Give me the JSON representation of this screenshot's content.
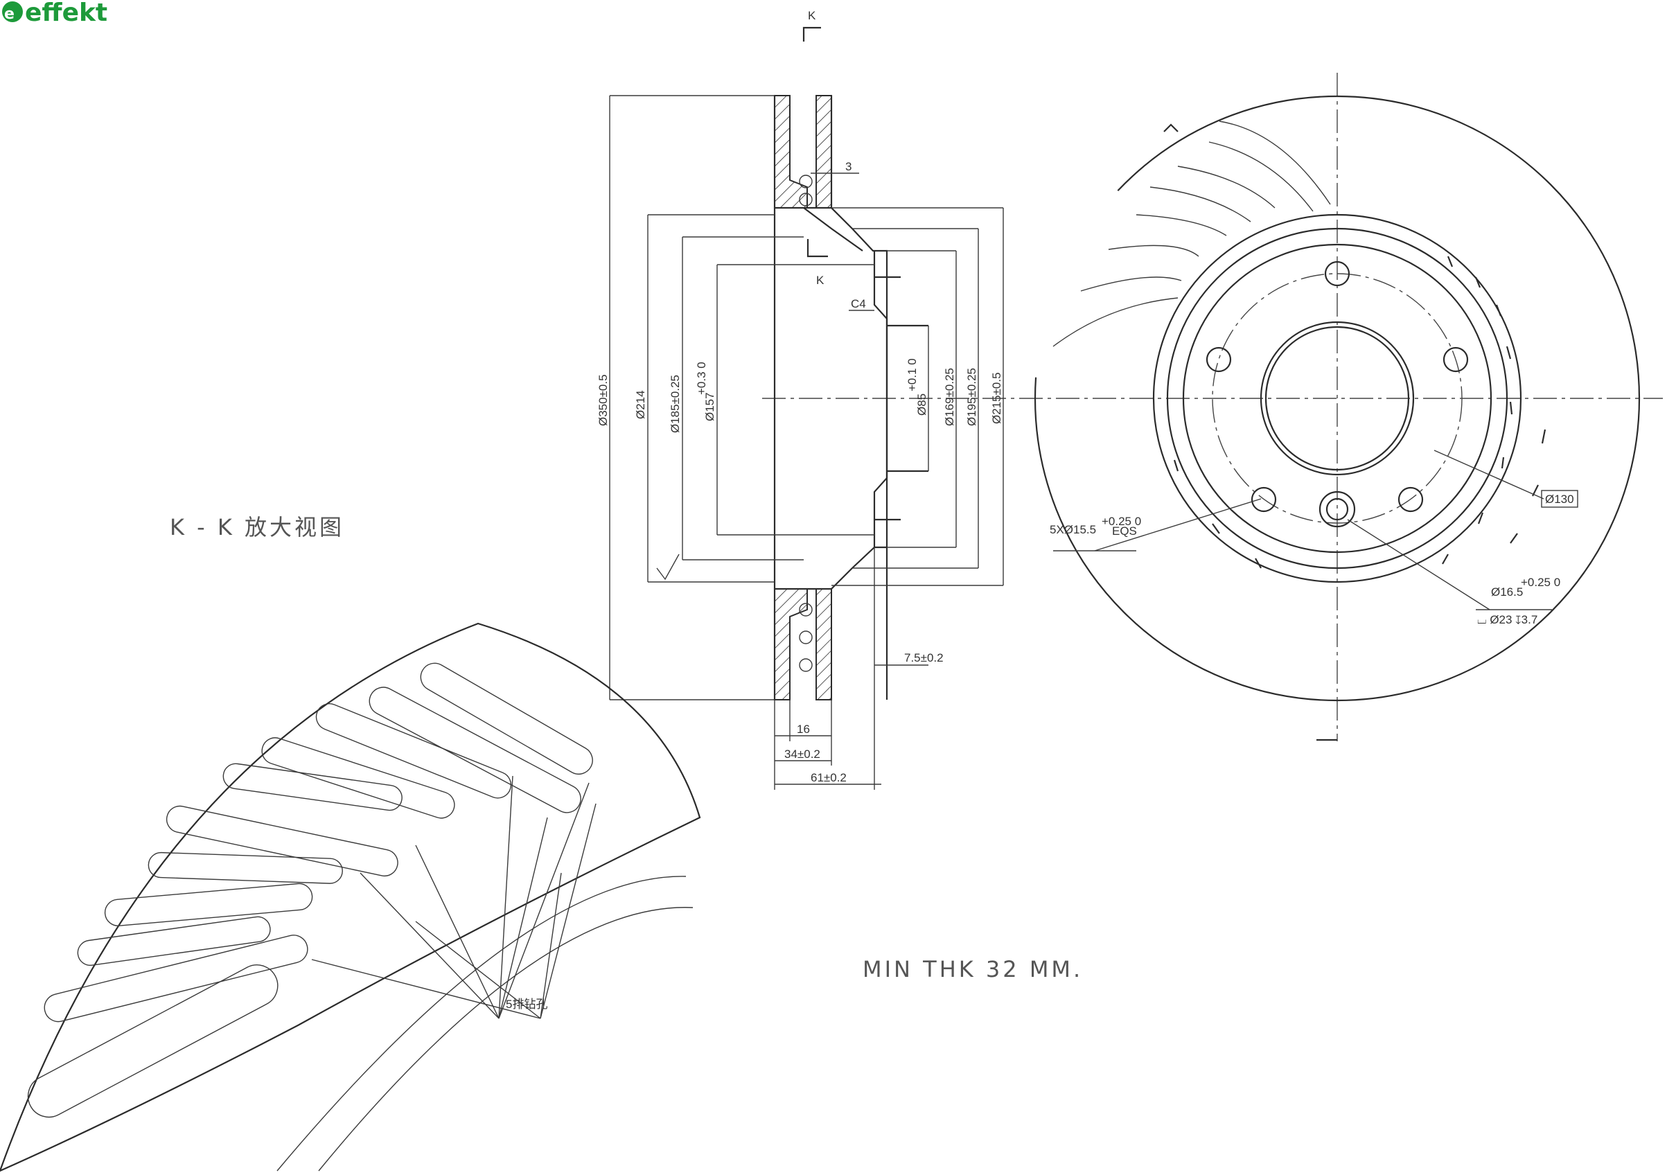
{
  "logo": {
    "text": "effekt",
    "color": "#1d9a3a"
  },
  "section_marker": "K",
  "detail_view_title": "K - K 放大视图",
  "note": "MIN THK 32 MM.",
  "drill_note": "5排钻孔",
  "dimensions": {
    "d350": "Ø350±0.5",
    "d214": "Ø214",
    "d185": "Ø185±0.25",
    "d157": "Ø157",
    "d157_tol": "+0.3 0",
    "d85": "Ø85",
    "d85_tol": "+0.1 0",
    "d169": "Ø169±0.25",
    "d195": "Ø195±0.25",
    "d215": "Ø215±0.5",
    "thk3": "3",
    "c4": "C4",
    "t75": "7.5±0.2",
    "w16": "16",
    "w34": "34±0.2",
    "w61": "61±0.2",
    "pcd": "Ø130",
    "holes": "5XØ15.5",
    "holes_tol": "+0.25 0",
    "holes_eqs": "EQS",
    "hole_main": "Ø16.5",
    "hole_main_tol": "+0.25 0",
    "counterbore": "⌴ Ø23 ↧3.7"
  }
}
